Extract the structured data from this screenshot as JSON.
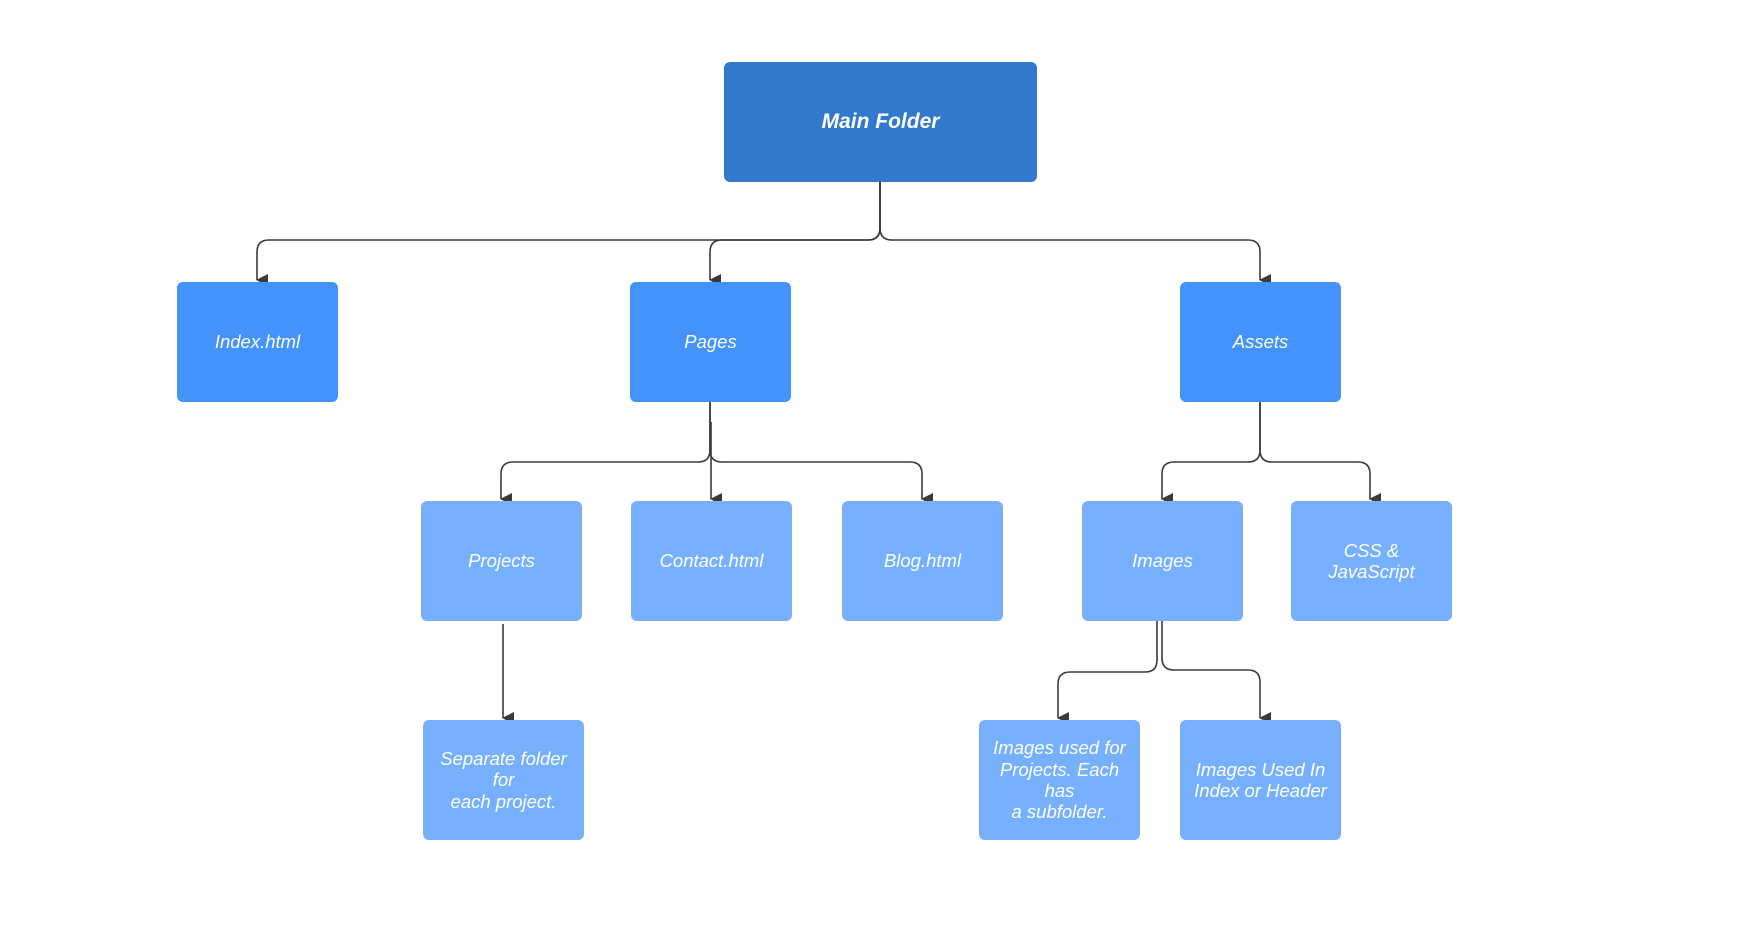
{
  "colors": {
    "root": "#3079cc",
    "level1": "#4493fa",
    "level2": "#76b0fd",
    "connector": "#3a3a3a",
    "background": "#ffffff"
  },
  "nodes": {
    "main_folder": "Main Folder",
    "index_html": "Index.html",
    "pages": "Pages",
    "assets": "Assets",
    "projects": "Projects",
    "contact_html": "Contact.html",
    "blog_html": "Blog.html",
    "images": "Images",
    "css_js_line1": "CSS &",
    "css_js_line2": "JavaScript",
    "project_folders_line1": "Separate folder for",
    "project_folders_line2": "each project.",
    "project_images_line1": "Images used for",
    "project_images_line2": "Projects. Each has",
    "project_images_line3": "a subfolder.",
    "index_images_line1": "Images Used In",
    "index_images_line2": "Index or Header"
  }
}
